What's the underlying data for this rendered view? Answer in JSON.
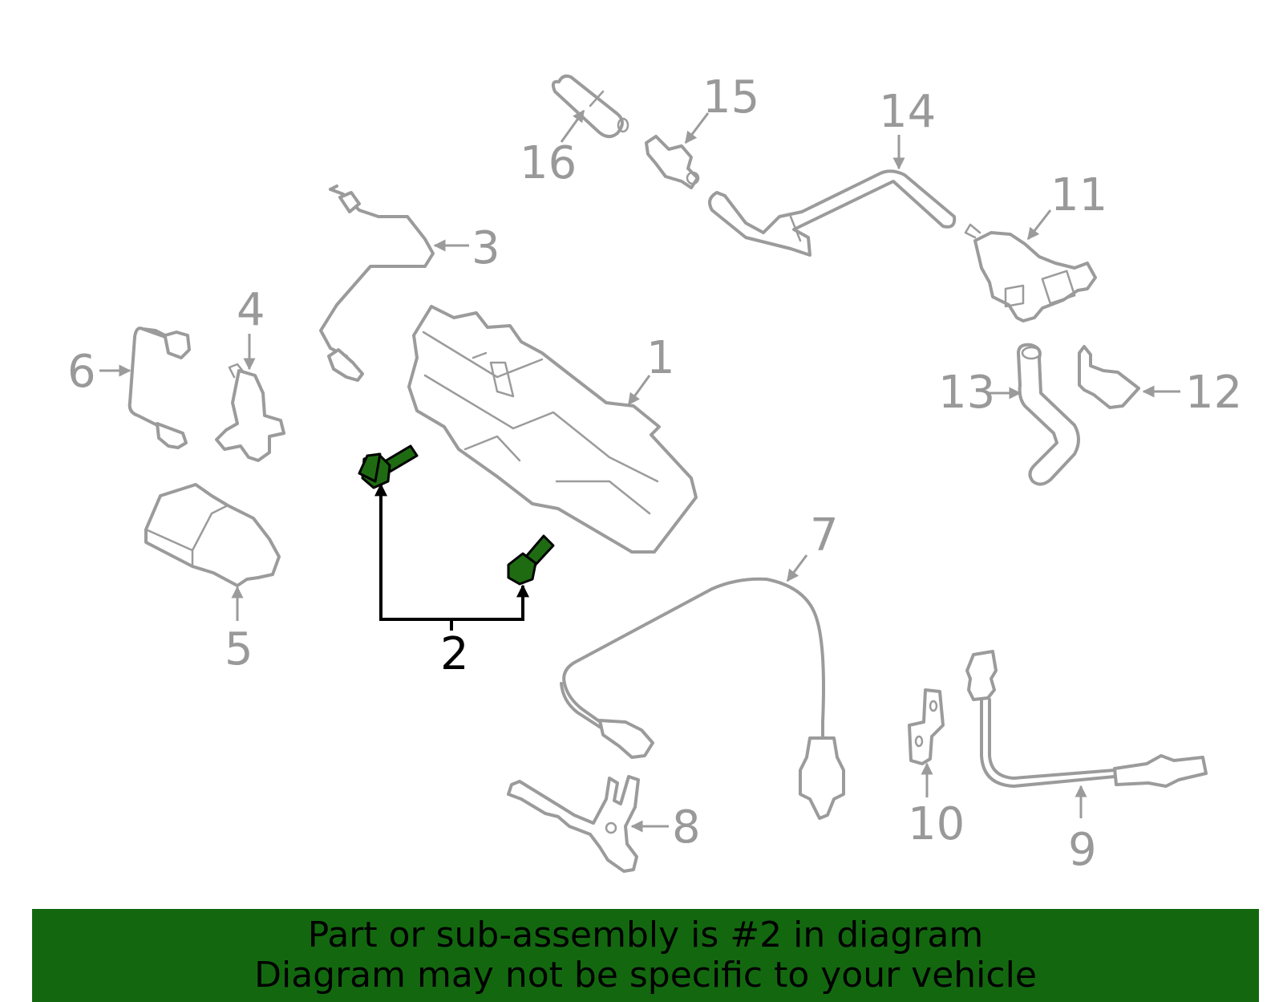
{
  "callouts": {
    "c1": "1",
    "c2": "2",
    "c3": "3",
    "c4": "4",
    "c5": "5",
    "c6": "6",
    "c7": "7",
    "c8": "8",
    "c9": "9",
    "c10": "10",
    "c11": "11",
    "c12": "12",
    "c13": "13",
    "c14": "14",
    "c15": "15",
    "c16": "16"
  },
  "highlighted_part": "2",
  "colors": {
    "highlight": "#1f6b12",
    "banner": "#13680f",
    "part_outline": "#9b9b9b"
  },
  "banner": {
    "line1": "Part or sub-assembly is #2 in diagram",
    "line2": "Diagram may not be specific to your vehicle"
  }
}
